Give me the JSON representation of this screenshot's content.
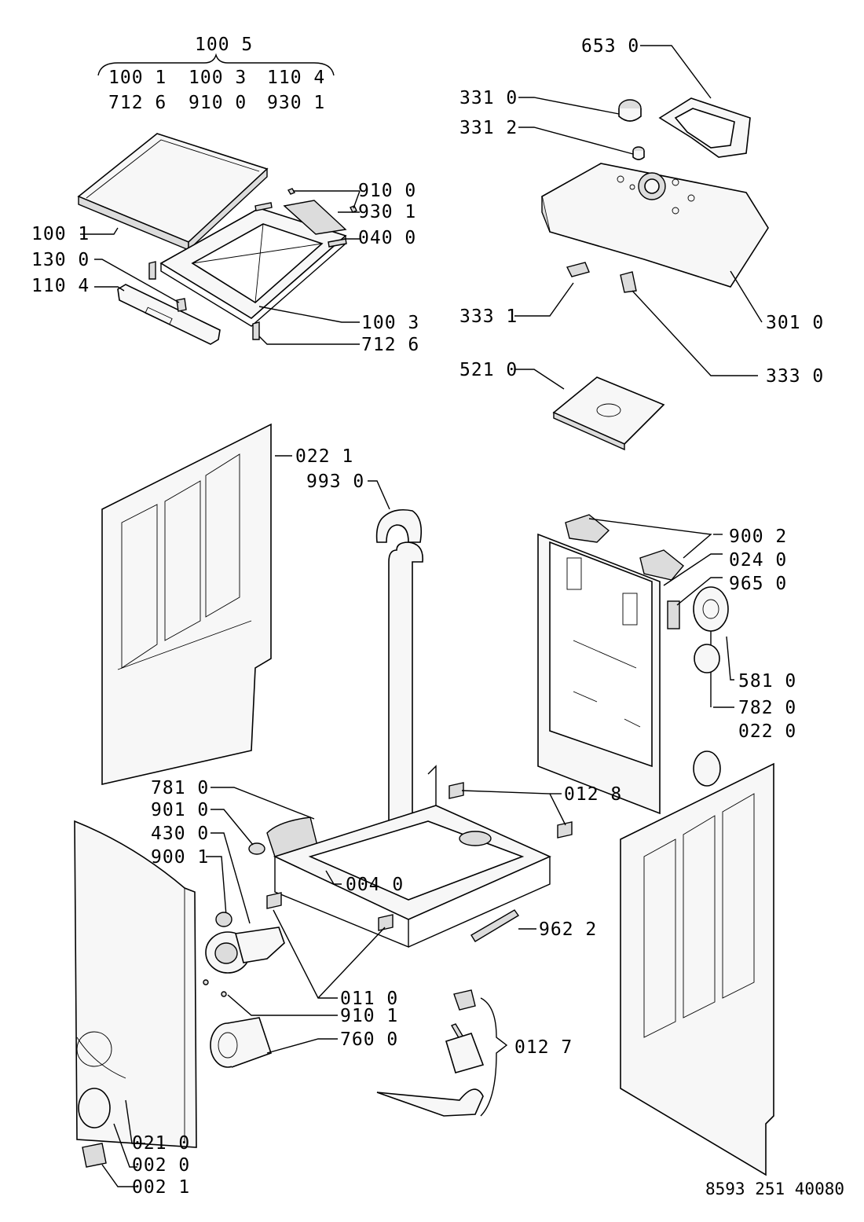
{
  "header": {
    "group_label": "100 5",
    "group_row1": [
      "100 1",
      "100 3",
      "110 4"
    ],
    "group_row2": [
      "712 6",
      "910 0",
      "930 1"
    ]
  },
  "labels": {
    "p6530": "653 0",
    "p3310": "331 0",
    "p3312": "331 2",
    "p9100": "910 0",
    "p9301": "930 1",
    "p0400": "040 0",
    "p1001": "100 1",
    "p1300": "130 0",
    "p1104": "110 4",
    "p1003": "100 3",
    "p7126": "712 6",
    "p3331": "333 1",
    "p3010": "301 0",
    "p3330": "333 0",
    "p5210": "521 0",
    "p0221": "022 1",
    "p9930": "993 0",
    "p9002": "900 2",
    "p0240": "024 0",
    "p9650": "965 0",
    "p5810": "581 0",
    "p7820": "782 0",
    "p0220": "022 0",
    "p7810": "781 0",
    "p9010": "901 0",
    "p4300": "430 0",
    "p9001": "900 1",
    "p0128": "012 8",
    "p0040": "004 0",
    "p9622": "962 2",
    "p0110": "011 0",
    "p9101": "910 1",
    "p7600": "760 0",
    "p0127": "012 7",
    "p0210": "021 0",
    "p0200": "002 0",
    "p0021": "002 1"
  },
  "footer": {
    "catalog_number": "8593 251 40080"
  }
}
